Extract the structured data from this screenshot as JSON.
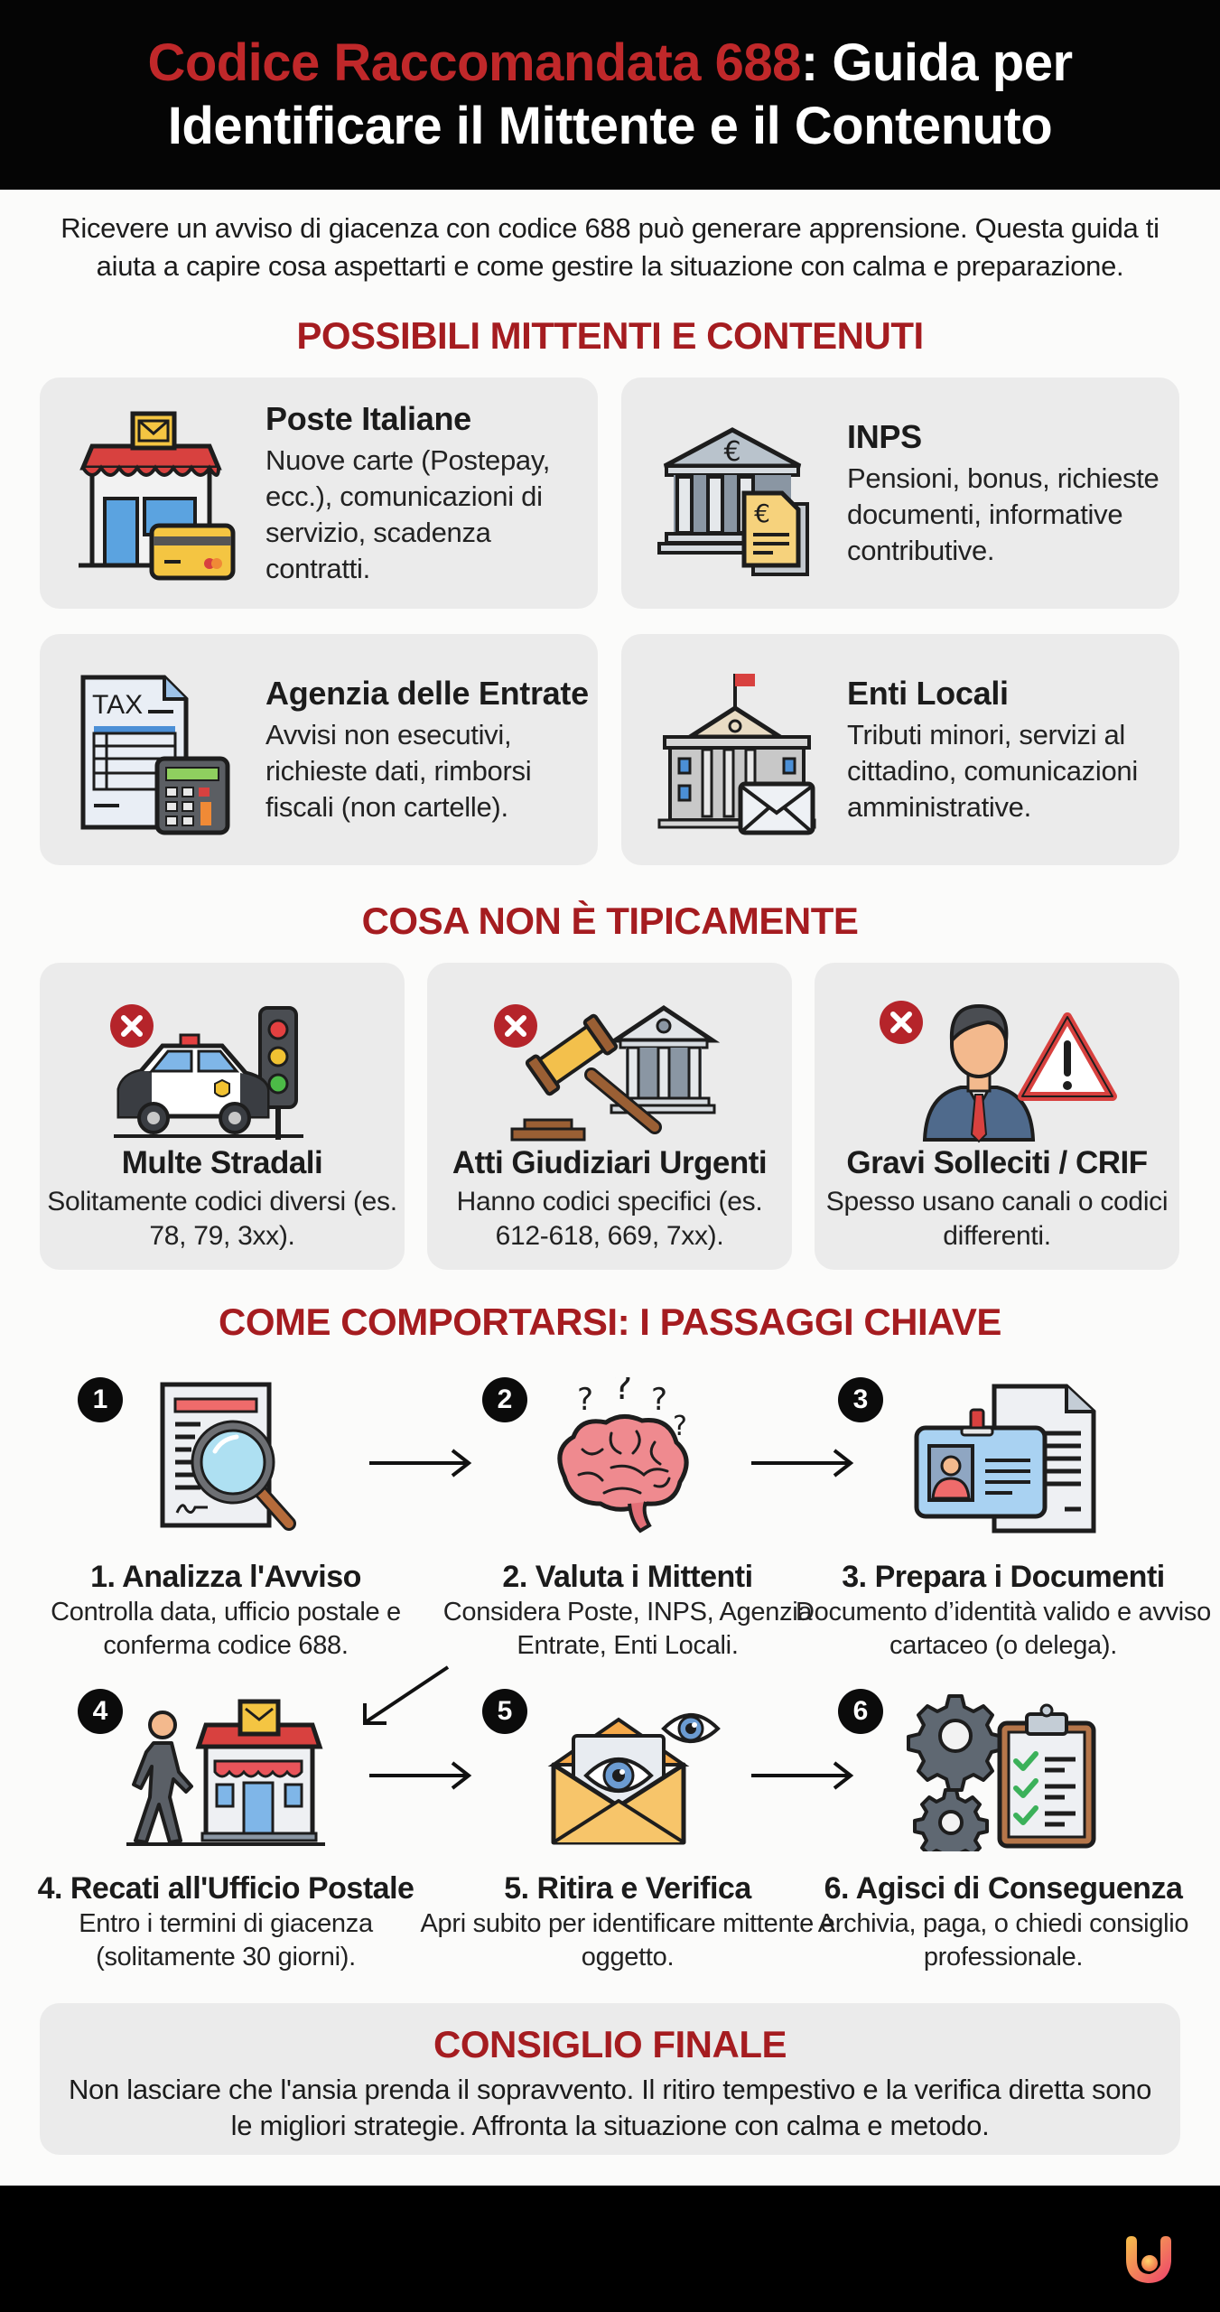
{
  "header": {
    "title_accent": "Codice Raccomandata 688",
    "title_rest_line1": ": Guida per",
    "title_line2": "Identificare il Mittente e il Contenuto"
  },
  "intro": {
    "text": "Ricevere un avviso di giacenza con codice 688 può generare apprensione. Questa guida ti aiuta a capire cosa aspettarti e come gestire la situazione con calma e preparazione."
  },
  "senders": {
    "title": "POSSIBILI MITTENTI E CONTENUTI",
    "items": [
      {
        "icon": "post-office-card-icon",
        "title": "Poste Italiane",
        "description": "Nuove carte (Postepay, ecc.), comunicazioni di servizio, scadenza contratti."
      },
      {
        "icon": "bank-euro-document-icon",
        "title": "INPS",
        "description": "Pensioni, bonus, richieste documenti, informative contributive."
      },
      {
        "icon": "tax-calculator-icon",
        "title": "Agenzia delle Entrate",
        "description": "Avvisi non esecutivi, richieste dati, rimborsi fiscali (non cartelle)."
      },
      {
        "icon": "town-hall-envelope-icon",
        "title": "Enti Locali",
        "description": "Tributi minori, servizi al cittadino, comunicazioni amministrative."
      }
    ]
  },
  "not_typical": {
    "title": "COSA NON È TIPICAMENTE",
    "items": [
      {
        "icon": "police-car-traffic-light-icon",
        "title": "Multe Stradali",
        "description": "Solitamente codici diversi (es. 78, 79, 3xx)."
      },
      {
        "icon": "gavel-courthouse-icon",
        "title": "Atti Giudiziari Urgenti",
        "description": "Hanno codici specifici (es. 612-618, 669, 7xx)."
      },
      {
        "icon": "businessman-warning-icon",
        "title": "Gravi Solleciti / CRIF",
        "description": "Spesso usano canali o codici differenti."
      }
    ]
  },
  "steps": {
    "title": "COME COMPORTARSI: I PASSAGGI CHIAVE",
    "items": [
      {
        "number": "1",
        "icon": "document-magnifier-icon",
        "title": "1. Analizza l'Avviso",
        "description": "Controlla data, ufficio postale e conferma codice 688."
      },
      {
        "number": "2",
        "icon": "brain-question-icon",
        "title": "2. Valuta i Mittenti",
        "description": "Considera Poste, INPS, Agenzia Entrate, Enti Locali."
      },
      {
        "number": "3",
        "icon": "id-card-document-icon",
        "title": "3. Prepara i Documenti",
        "description": "Documento d’identità valido e avviso cartaceo (o delega)."
      },
      {
        "number": "4",
        "icon": "walking-to-post-office-icon",
        "title": "4. Recati all'Ufficio Postale",
        "description": "Entro i termini di giacenza (solitamente 30 giorni)."
      },
      {
        "number": "5",
        "icon": "envelope-eye-icon",
        "title": "5. Ritira e Verifica",
        "description": "Apri subito per identificare mittente e oggetto."
      },
      {
        "number": "6",
        "icon": "gears-checklist-icon",
        "title": "6. Agisci di Conseguenza",
        "description": "Archivia, paga, o chiedi consiglio professionale."
      }
    ]
  },
  "final_tip": {
    "title": "CONSIGLIO FINALE",
    "text": "Non lasciare che l'ansia prenda il sopravvento. Il ritiro tempestivo e la verifica diretta sono le migliori strategie. Affronta la situazione con calma e metodo."
  },
  "colors": {
    "accent_red": "#a51c20",
    "header_bg": "#050505",
    "card_bg": "#ebebeb"
  }
}
